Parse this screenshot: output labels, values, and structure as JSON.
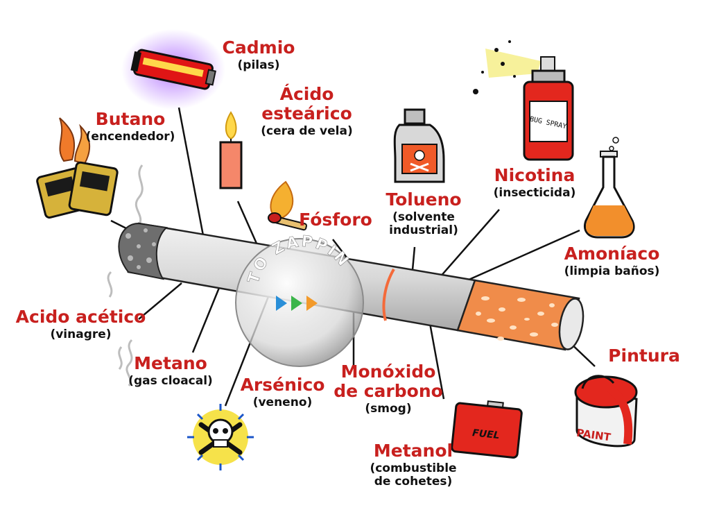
{
  "labels": {
    "cadmio": {
      "name": "Cadmio",
      "desc": "(pilas)"
    },
    "acido_estearico": {
      "name_lines": [
        "Ácido",
        "esteárico"
      ],
      "desc": "(cera de vela)"
    },
    "butano": {
      "name": "Butano",
      "desc": "(encendedor)"
    },
    "fosforo": {
      "name": "Fósforo"
    },
    "tolueno": {
      "name": "Tolueno",
      "desc_lines": [
        "(solvente",
        "industrial)"
      ]
    },
    "nicotina": {
      "name": "Nicotina",
      "desc": "(insecticida)"
    },
    "amoniaco": {
      "name": "Amoníaco",
      "desc": "(limpia baños)"
    },
    "acido_acetico": {
      "name": "Acido acético",
      "desc": "(vinagre)"
    },
    "metano": {
      "name": "Metano",
      "desc": "(gas cloacal)"
    },
    "arsenico": {
      "name": "Arsénico",
      "desc": "(veneno)"
    },
    "monoxido": {
      "name_lines": [
        "Monóxido",
        "de carbono"
      ],
      "desc": "(smog)"
    },
    "pintura": {
      "name": "Pintura"
    },
    "metanol": {
      "name": "Metanol",
      "desc_lines": [
        "(combustible",
        "de cohetes)"
      ]
    }
  },
  "watermark": {
    "text": "TO ZAPPING"
  },
  "icon_text": {
    "bug_spray": "BUG SPRAY",
    "fuel": "FUEL",
    "paint": "PAINT"
  },
  "colors": {
    "label_red": "#c8201e",
    "filter_orange": "#f08c4a",
    "ash_gray": "#6e6e6e"
  }
}
